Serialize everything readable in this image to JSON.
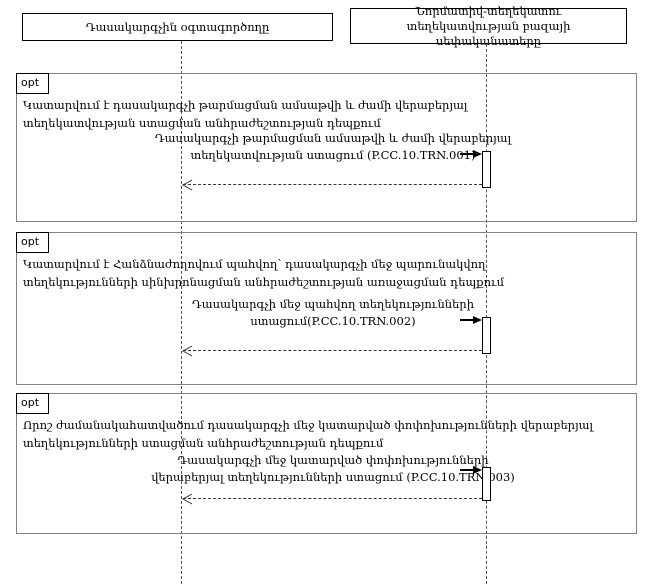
{
  "diagram": {
    "type": "uml-sequence",
    "participants": [
      {
        "label": "Դասակարգչին օգտագործողը"
      },
      {
        "label": "Նորմատիվ-տեղեկատու տեղեկատվության բազայի սեփականատերը"
      }
    ],
    "fragments": [
      {
        "operator": "opt",
        "guard_line1": "Կատարվում է դասակարգչի թարմացման ամսաթվի և ժամի վերաբերյալ",
        "guard_line2": "տեղեկատվության ստացման անհրաժեշտության դեպքում",
        "message_line1": "Դասակարգչի թարմացման ամսաթվի և ժամի վերաբերյալ",
        "message_line2": "տեղեկատվության ստացում (P.CC.10.TRN.001)"
      },
      {
        "operator": "opt",
        "guard_line1": "Կատարվում է Հանձնաժողովում պահվող՝ դասակարգչի մեջ պարունակվող",
        "guard_line2": "տեղեկությունների սինխրոնացման անհրաժեշտության առաջացման դեպքում",
        "message_line1": "Դասակարգչի մեջ պահվող տեղեկությունների",
        "message_line2": "ստացում(P.CC.10.TRN.002)"
      },
      {
        "operator": "opt",
        "guard_line1": "Որոշ ժամանակահատվածում դասակարգչի մեջ կատարված փոփոխությունների վերաբերյալ",
        "guard_line2": "տեղեկությունների ստացման անհրաժեշտության դեպքում",
        "message_line1": "Դասակարգչի մեջ կատարված փոփոխությունների",
        "message_line2": "վերաբերյալ տեղեկությունների ստացում (P.CC.10.TRN.003)"
      }
    ],
    "colors": {
      "background": "#ffffff",
      "actor_border": "#000000",
      "frame_border": "#828282",
      "lifeline": "#555555",
      "text": "#000000"
    }
  }
}
